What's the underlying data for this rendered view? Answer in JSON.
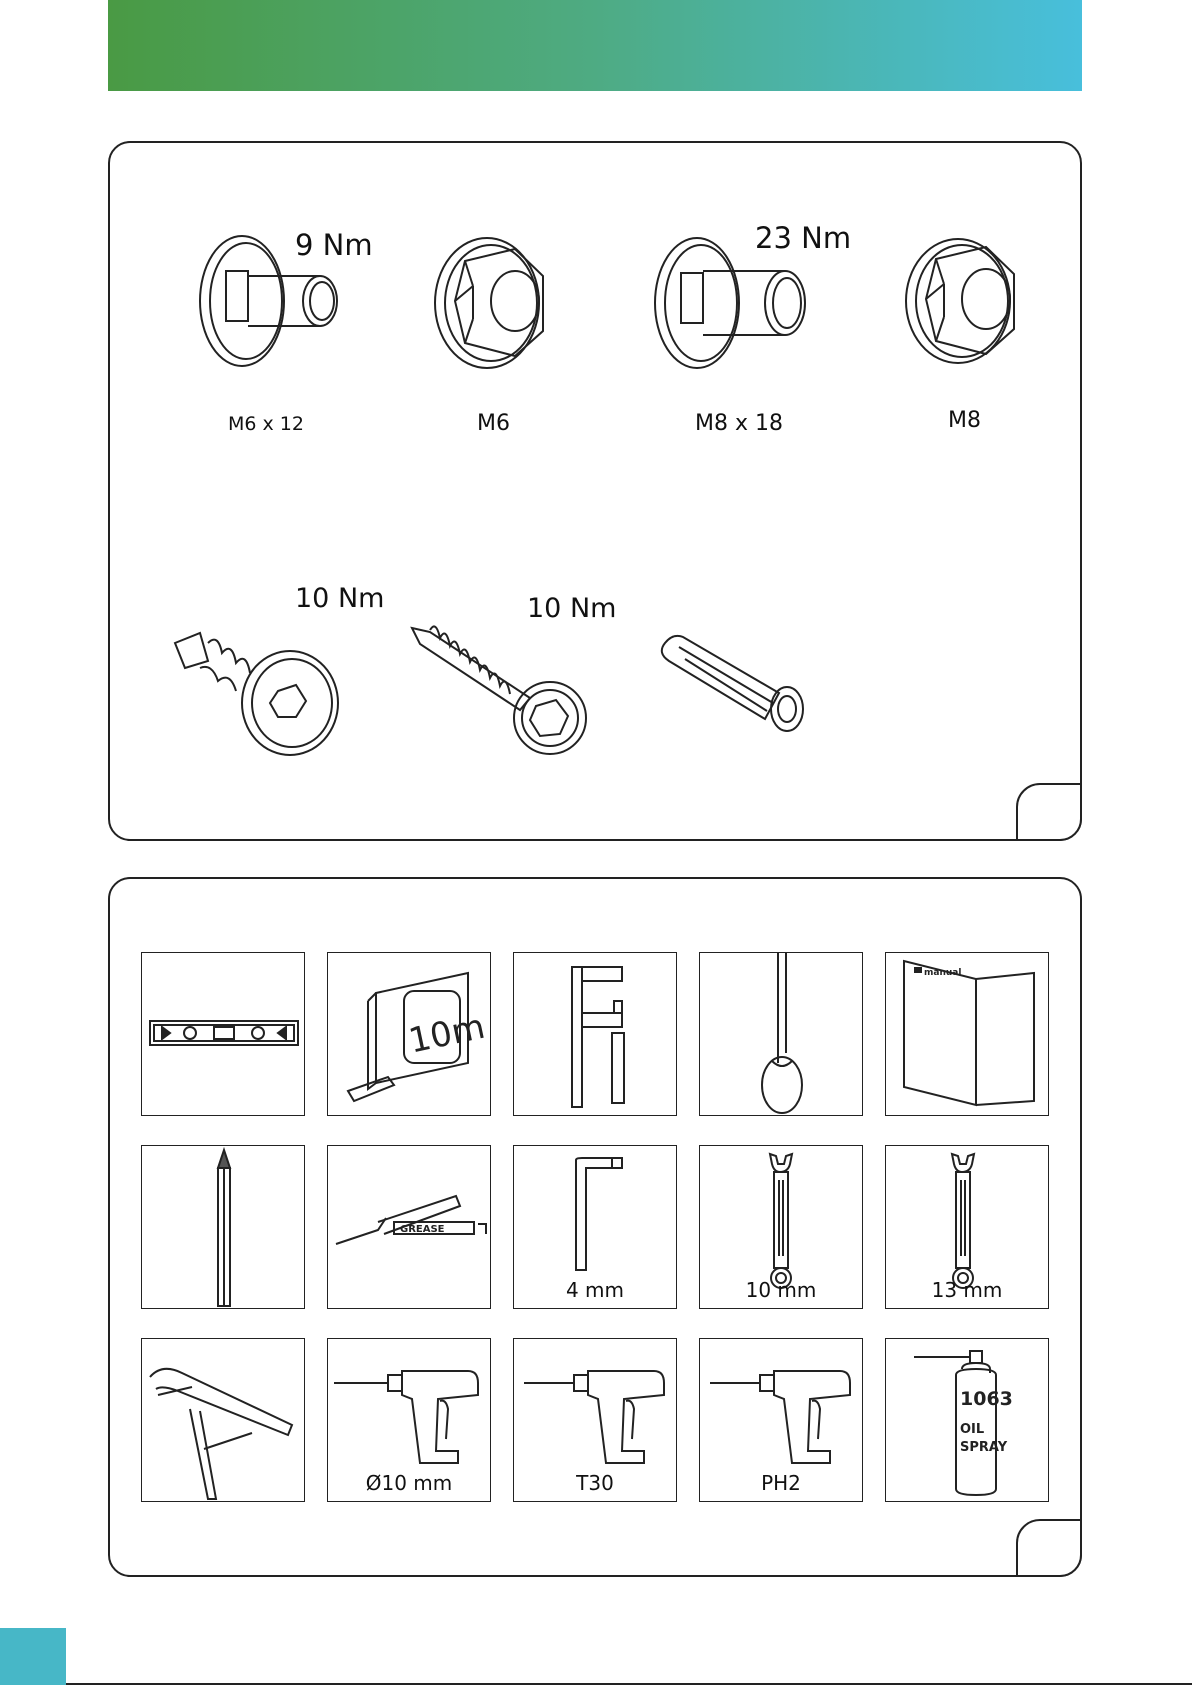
{
  "hardware": {
    "items": [
      {
        "label": "M6 x 12",
        "torque": "9 Nm"
      },
      {
        "label": "M6",
        "torque": ""
      },
      {
        "label": "M8 x 18",
        "torque": "23 Nm"
      },
      {
        "label": "M8",
        "torque": ""
      },
      {
        "label": "",
        "torque": "10 Nm"
      },
      {
        "label": "",
        "torque": "10 Nm"
      },
      {
        "label": "",
        "torque": ""
      }
    ]
  },
  "tools": {
    "rows": [
      [
        {
          "icon": "spirit-level-icon",
          "label": ""
        },
        {
          "icon": "tape-measure-icon",
          "label": "",
          "text": "10m"
        },
        {
          "icon": "clamp-icon",
          "label": ""
        },
        {
          "icon": "wire-tool-icon",
          "label": ""
        },
        {
          "icon": "manual-icon",
          "label": "",
          "text": "manual"
        }
      ],
      [
        {
          "icon": "pencil-icon",
          "label": ""
        },
        {
          "icon": "grease-gun-icon",
          "label": "",
          "text": "GREASE"
        },
        {
          "icon": "hex-key-icon",
          "label": "4 mm"
        },
        {
          "icon": "wrench-icon",
          "label": "10 mm"
        },
        {
          "icon": "wrench-icon",
          "label": "13 mm"
        }
      ],
      [
        {
          "icon": "pliers-icon",
          "label": ""
        },
        {
          "icon": "drill-icon",
          "label": "Ø10 mm"
        },
        {
          "icon": "drill-icon",
          "label": "T30"
        },
        {
          "icon": "drill-icon",
          "label": "PH2"
        },
        {
          "icon": "spray-can-icon",
          "label": "",
          "text_line1": "1063",
          "text_line2": "OIL",
          "text_line3": "SPRAY"
        }
      ]
    ]
  }
}
